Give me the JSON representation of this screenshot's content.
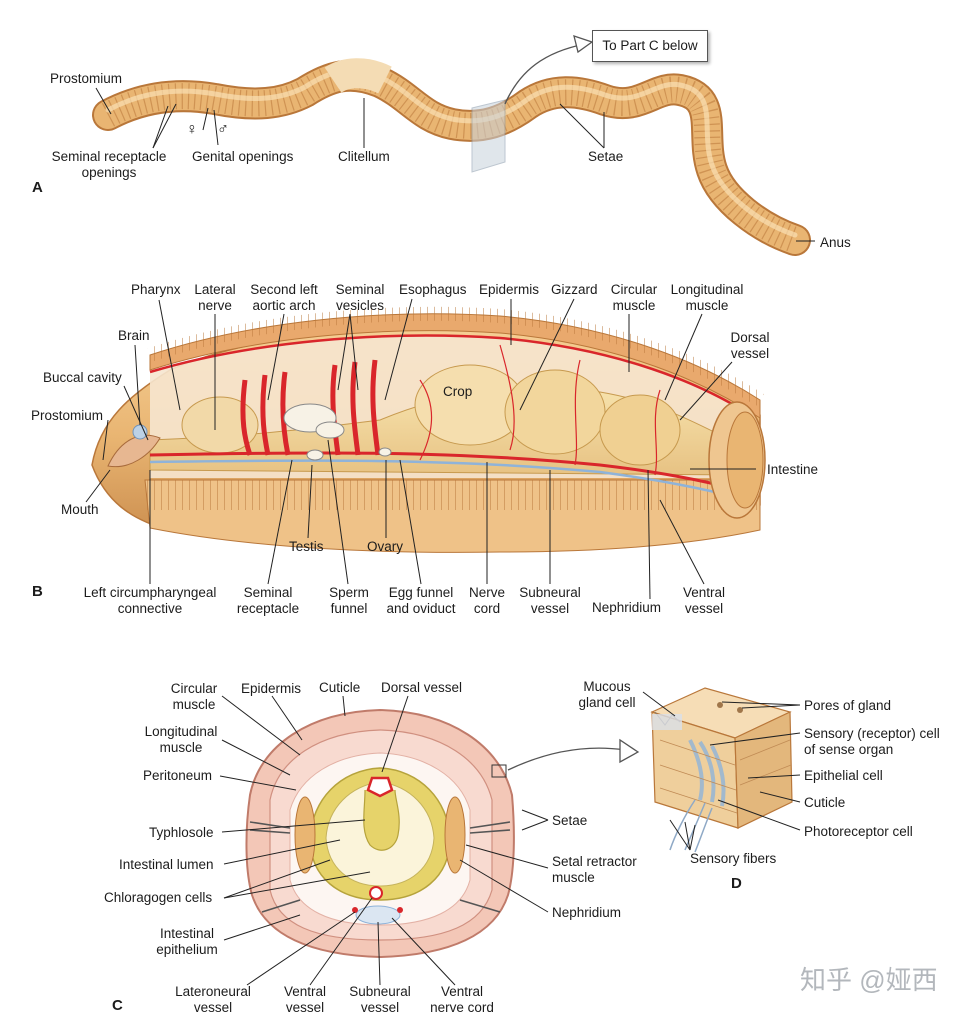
{
  "panels": {
    "a": "A",
    "b": "B",
    "c": "C",
    "d": "D"
  },
  "callout": "To Part C below",
  "watermark": "知乎 @娅西",
  "part_a": {
    "prostomium": "Prostomium",
    "seminal_receptacle_openings": "Seminal receptacle\nopenings",
    "female_symbol": "♀",
    "male_symbol": "♂",
    "genital_openings": "Genital openings",
    "clitellum": "Clitellum",
    "setae": "Setae",
    "anus": "Anus"
  },
  "part_b": {
    "pharynx": "Pharynx",
    "lateral_nerve": "Lateral\nnerve",
    "second_left_aortic_arch": "Second left\naortic arch",
    "seminal_vesicles": "Seminal\nvesicles",
    "esophagus": "Esophagus",
    "epidermis": "Epidermis",
    "gizzard": "Gizzard",
    "circular_muscle": "Circular\nmuscle",
    "longitudinal_muscle": "Longitudinal\nmuscle",
    "brain": "Brain",
    "dorsal_vessel": "Dorsal\nvessel",
    "buccal_cavity": "Buccal cavity",
    "crop": "Crop",
    "prostomium": "Prostomium",
    "intestine": "Intestine",
    "mouth": "Mouth",
    "testis": "Testis",
    "ovary": "Ovary",
    "left_circumpharyngeal_connective": "Left circumpharyngeal\nconnective",
    "seminal_receptacle": "Seminal\nreceptacle",
    "sperm_funnel": "Sperm\nfunnel",
    "egg_funnel_and_oviduct": "Egg funnel\nand oviduct",
    "nerve_cord": "Nerve\ncord",
    "subneural_vessel": "Subneural\nvessel",
    "nephridium": "Nephridium",
    "ventral_vessel": "Ventral\nvessel"
  },
  "part_c": {
    "circular_muscle": "Circular\nmuscle",
    "epidermis": "Epidermis",
    "cuticle": "Cuticle",
    "dorsal_vessel": "Dorsal vessel",
    "longitudinal_muscle": "Longitudinal\nmuscle",
    "peritoneum": "Peritoneum",
    "setae": "Setae",
    "typhlosole": "Typhlosole",
    "intestinal_lumen": "Intestinal lumen",
    "setal_retractor_muscle": "Setal retractor\nmuscle",
    "chloragogen_cells": "Chloragogen cells",
    "nephridium": "Nephridium",
    "intestinal_epithelium": "Intestinal\nepithelium",
    "lateroneural_vessel": "Lateroneural\nvessel",
    "ventral_vessel": "Ventral\nvessel",
    "subneural_vessel": "Subneural\nvessel",
    "ventral_nerve_cord": "Ventral\nnerve cord"
  },
  "part_d": {
    "mucous_gland_cell": "Mucous\ngland cell",
    "pores_of_gland": "Pores of gland",
    "sensory_receptor_cell": "Sensory (receptor) cell\nof sense organ",
    "epithelial_cell": "Epithelial cell",
    "cuticle": "Cuticle",
    "photoreceptor_cell": "Photoreceptor cell",
    "sensory_fibers": "Sensory fibers"
  },
  "colors": {
    "worm_skin": "#e9b572",
    "worm_edge": "#b9773a",
    "clitellum": "#f4dcb4",
    "blood_vessel": "#d9262b",
    "nerve": "#8fb3d9",
    "muscle_pink": "#efb3a8",
    "gut_yellow": "#e6d36a",
    "leader_line": "#222222"
  }
}
